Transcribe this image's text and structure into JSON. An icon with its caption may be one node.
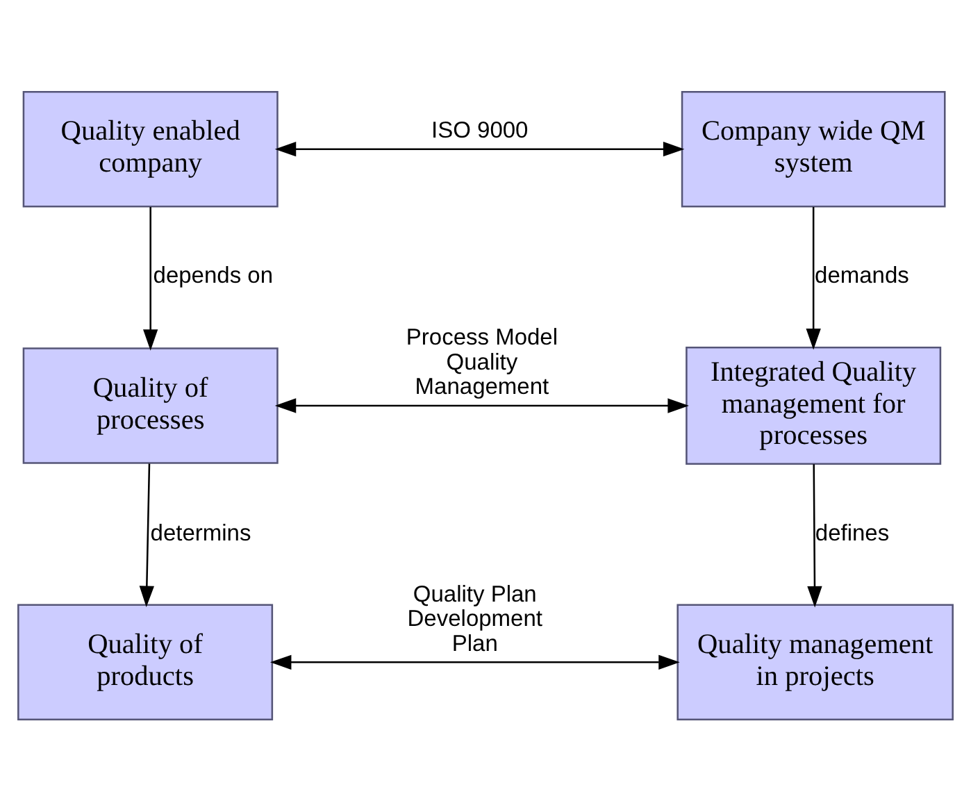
{
  "diagram": {
    "nodes": [
      {
        "text": [
          "Quality enabled company"
        ]
      },
      {
        "text": [
          "Company wide QM system"
        ]
      },
      {
        "text": [
          "Quality of processes"
        ]
      },
      {
        "text": [
          "Integrated Quality management for processes"
        ]
      },
      {
        "text": [
          "Quality of products"
        ]
      },
      {
        "text": [
          "Quality management in projects"
        ]
      }
    ],
    "edges": [
      {
        "from": 0,
        "to": 1,
        "arrow": "both",
        "label": "ISO 9000"
      },
      {
        "from": 0,
        "to": 2,
        "arrow": "to",
        "label": "depends on"
      },
      {
        "from": 1,
        "to": 3,
        "arrow": "to",
        "label": "demands"
      },
      {
        "from": 2,
        "to": 3,
        "arrow": "both",
        "label": "Process Model Quality Management"
      },
      {
        "from": 2,
        "to": 4,
        "arrow": "to",
        "label": "determins"
      },
      {
        "from": 3,
        "to": 5,
        "arrow": "to",
        "label": "defines"
      },
      {
        "from": 4,
        "to": 5,
        "arrow": "both",
        "label": "Quality Plan Development Plan"
      }
    ]
  }
}
